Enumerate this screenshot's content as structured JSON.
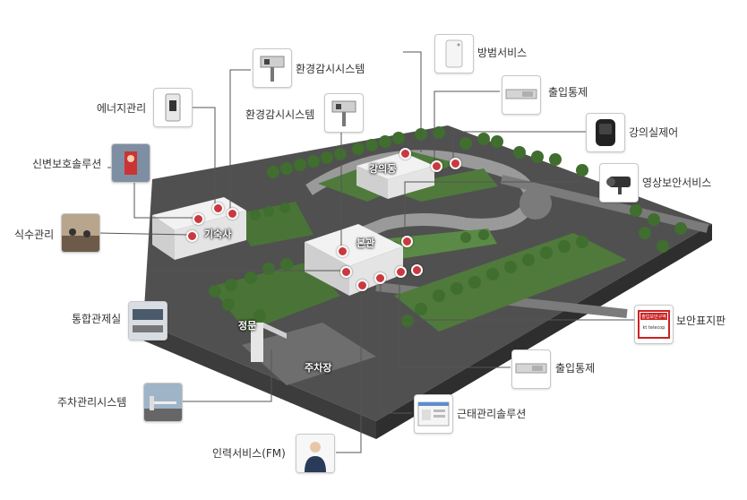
{
  "buildings": {
    "lecture": "강의동",
    "dorm": "기숙사",
    "main": "본관",
    "gate": "정문",
    "parking": "주차장"
  },
  "services": {
    "crime_prevention": "방범서비스",
    "env_monitor_top": "환경감시시스템",
    "env_monitor_mid": "환경감시시스템",
    "energy": "에너지관리",
    "access_control_top": "출입통제",
    "lecture_control": "강의실제어",
    "personal_protection": "신변보호솔루션",
    "video_security": "영상보안서비스",
    "catering": "식수관리",
    "integrated_control": "통합관제실",
    "security_sign": "보안표지판",
    "access_control_bottom": "출입통제",
    "parking_system": "주차관리시스템",
    "attendance": "근태관리솔루션",
    "manpower": "인력서비스(FM)"
  },
  "sign_text": {
    "line1": "출입보안구역",
    "line2": "kt telecop"
  },
  "colors": {
    "marker": "#c9393f",
    "connector": "#555555",
    "lawn": "#4f7a3c",
    "road": "#5a5a5a"
  }
}
